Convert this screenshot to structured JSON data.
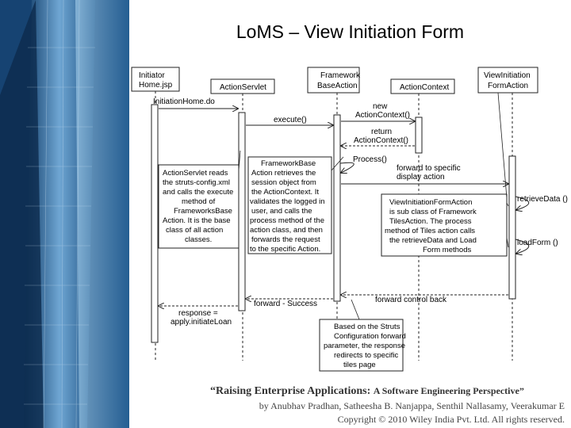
{
  "title": "LoMS – View Initiation Form",
  "lifelines": [
    {
      "id": "initiator",
      "line1": "Initiator",
      "line2": "Home.jsp"
    },
    {
      "id": "action_servlet",
      "line1": "ActionServlet",
      "line2": ""
    },
    {
      "id": "framework_base",
      "line1": "Framework",
      "line2": "BaseAction"
    },
    {
      "id": "action_context",
      "line1": "ActionContext",
      "line2": ""
    },
    {
      "id": "view_initiation",
      "line1": "ViewInitiation",
      "line2": "FormAction"
    }
  ],
  "messages": {
    "initiation_home": "InitiationHome.do",
    "execute": "execute()",
    "new_ctx_1": "new",
    "new_ctx_2": "ActionContext()",
    "return_1": "return",
    "return_2": "ActionContext()",
    "process": "Process()",
    "forward_specific_1": "forward to specific",
    "forward_specific_2": "display action",
    "retrieve": "retrieveData ()",
    "load": "loadForm ()",
    "forward_control": "forward control back",
    "forward_success": "forward - Success",
    "response_1": "response =",
    "response_2": "apply.initiateLoan"
  },
  "notes": {
    "servlet": [
      "ActionServlet reads",
      "the struts-config.xml",
      "and calls the execute",
      "method of",
      "FrameworksBase",
      "Action. It is the base",
      "class of all action",
      "classes."
    ],
    "framework": [
      "FrameworkBase",
      "Action retrieves the",
      "session object from",
      "the ActionContext. It",
      "validates the logged in",
      "user, and calls the",
      "process method of the",
      "action class, and then",
      "forwards the request",
      "to the specific Action."
    ],
    "view": [
      "ViewInitiationFormAction",
      "is sub class of Framework",
      "TilesAction. The process",
      "method of Tiles action calls",
      "the retrieveData and Load",
      "Form methods"
    ],
    "struts": [
      "Based on the Struts",
      "Configuration forward",
      "parameter, the response",
      "redirects to specific",
      "tiles page"
    ]
  },
  "credit": {
    "book_title": "“Raising Enterprise Applications:",
    "book_subtitle": "A Software Engineering Perspective”",
    "authors": "by Anubhav Pradhan, Satheesha B. Nanjappa, Senthil Nallasamy, Veerakumar E",
    "copyright": "Copyright © 2010 Wiley India Pvt. Ltd. All rights reserved."
  },
  "colors": {
    "left_band": "#1f5b8f",
    "diagram_line": "#222222",
    "note_fill": "#ffffff"
  }
}
